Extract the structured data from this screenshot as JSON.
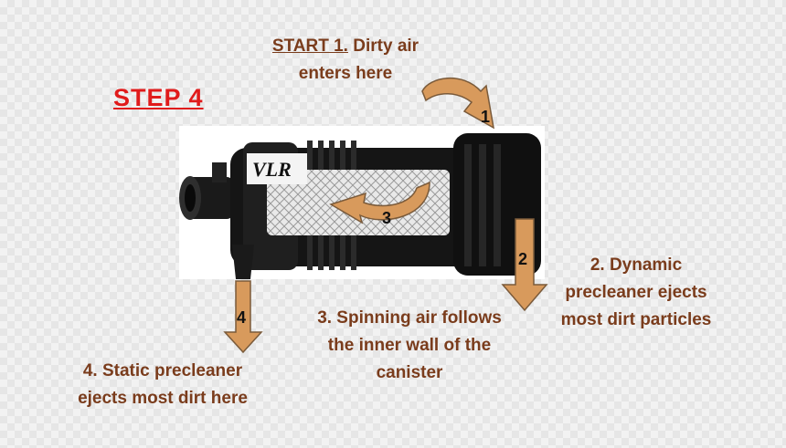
{
  "title": "STEP 4",
  "start_label": {
    "prefix": "START 1.",
    "line1": "Dirty air",
    "line2": "enters here"
  },
  "labels": {
    "dynamic": [
      "2. Dynamic",
      "precleaner ejects",
      "most dirt particles"
    ],
    "spinning": [
      "3. Spinning air follows",
      "the inner wall of the",
      "canister"
    ],
    "static": [
      "4. Static precleaner",
      "ejects most dirt here"
    ]
  },
  "arrow_numbers": {
    "a1": "1",
    "a2": "2",
    "a3": "3",
    "a4": "4"
  },
  "device": {
    "logo": "VLR"
  },
  "colors": {
    "title": "#e01b1b",
    "label": "#7a3c1c",
    "arrow": "#d89a5c",
    "arrow_stroke": "#7a5a3a"
  }
}
